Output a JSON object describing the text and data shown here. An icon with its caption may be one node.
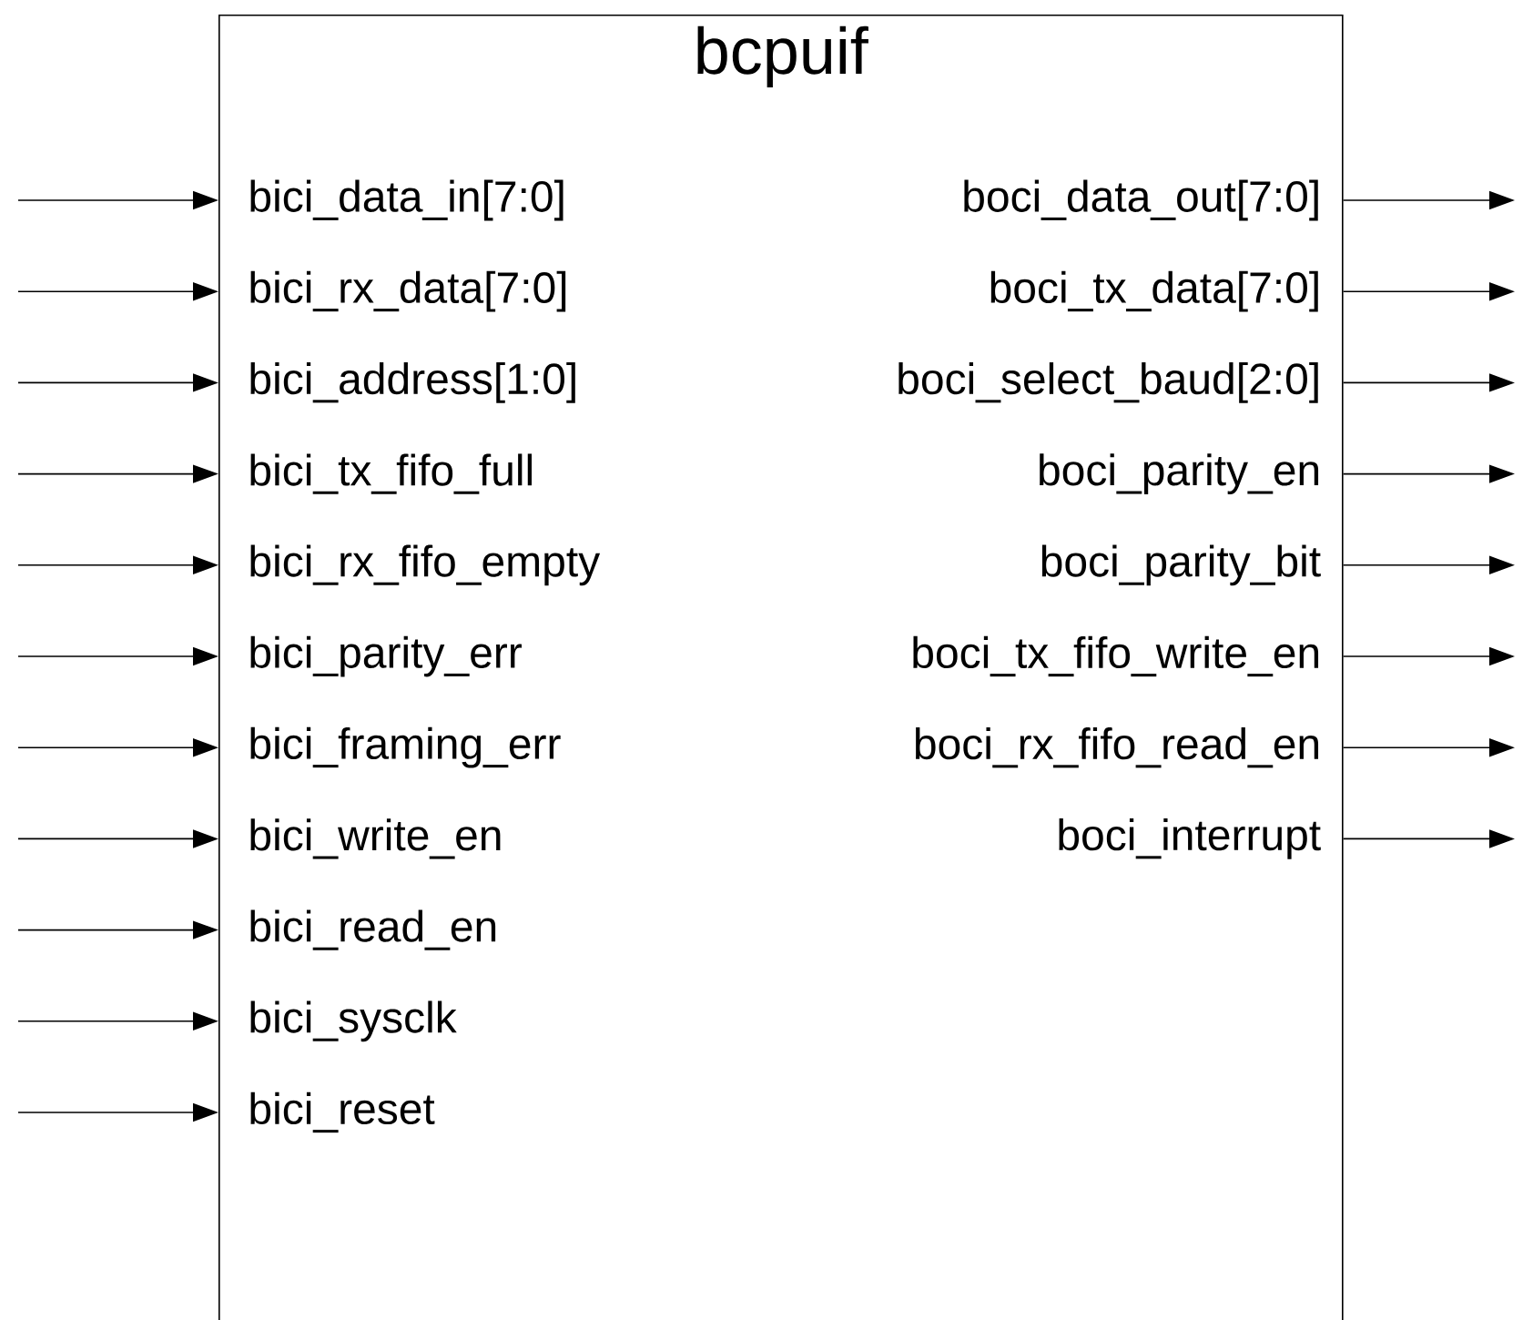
{
  "diagram": {
    "nodes": [
      {
        "text": [
          "bcpuif"
        ]
      },
      {
        "text": [
          "bici_data_in[7:0]"
        ],
        "in": 0
      },
      {
        "text": [
          "bici_rx_data[7:0]"
        ],
        "in": 0
      },
      {
        "text": [
          "bici_address[1:0]"
        ],
        "in": 0
      },
      {
        "text": [
          "bici_tx_fifo_full"
        ],
        "in": 0
      },
      {
        "text": [
          "bici_rx_fifo_empty"
        ],
        "in": 0
      },
      {
        "text": [
          "bici_parity_err"
        ],
        "in": 0
      },
      {
        "text": [
          "bici_framing_err"
        ],
        "in": 0
      },
      {
        "text": [
          "bici_write_en"
        ],
        "in": 0
      },
      {
        "text": [
          "bici_read_en"
        ],
        "in": 0
      },
      {
        "text": [
          "bici_sysclk"
        ],
        "in": 0
      },
      {
        "text": [
          "bici_reset"
        ],
        "in": 0
      },
      {
        "text": [
          "boci_data_out[7:0]"
        ],
        "in": 0
      },
      {
        "text": [
          "boci_tx_data[7:0]"
        ],
        "in": 0
      },
      {
        "text": [
          "boci_select_baud[2:0]"
        ],
        "in": 0
      },
      {
        "text": [
          "boci_parity_en"
        ],
        "in": 0
      },
      {
        "text": [
          "boci_parity_bit"
        ],
        "in": 0
      },
      {
        "text": [
          "boci_tx_fifo_write_en"
        ],
        "in": 0
      },
      {
        "text": [
          "boci_rx_fifo_read_en"
        ],
        "in": 0
      },
      {
        "text": [
          "boci_interrupt"
        ],
        "in": 0
      }
    ],
    "edges": [
      {
        "from": null,
        "to": 1,
        "arrow": "to"
      },
      {
        "from": null,
        "to": 2,
        "arrow": "to"
      },
      {
        "from": null,
        "to": 3,
        "arrow": "to"
      },
      {
        "from": null,
        "to": 4,
        "arrow": "to"
      },
      {
        "from": null,
        "to": 5,
        "arrow": "to"
      },
      {
        "from": null,
        "to": 6,
        "arrow": "to"
      },
      {
        "from": null,
        "to": 7,
        "arrow": "to"
      },
      {
        "from": null,
        "to": 8,
        "arrow": "to"
      },
      {
        "from": null,
        "to": 9,
        "arrow": "to"
      },
      {
        "from": null,
        "to": 10,
        "arrow": "to"
      },
      {
        "from": null,
        "to": 11,
        "arrow": "to"
      },
      {
        "from": 12,
        "to": null,
        "arrow": "to"
      },
      {
        "from": 13,
        "to": null,
        "arrow": "to"
      },
      {
        "from": 14,
        "to": null,
        "arrow": "to"
      },
      {
        "from": 15,
        "to": null,
        "arrow": "to"
      },
      {
        "from": 16,
        "to": null,
        "arrow": "to"
      },
      {
        "from": 17,
        "to": null,
        "arrow": "to"
      },
      {
        "from": 18,
        "to": null,
        "arrow": "to"
      },
      {
        "from": 19,
        "to": null,
        "arrow": "to"
      }
    ]
  }
}
